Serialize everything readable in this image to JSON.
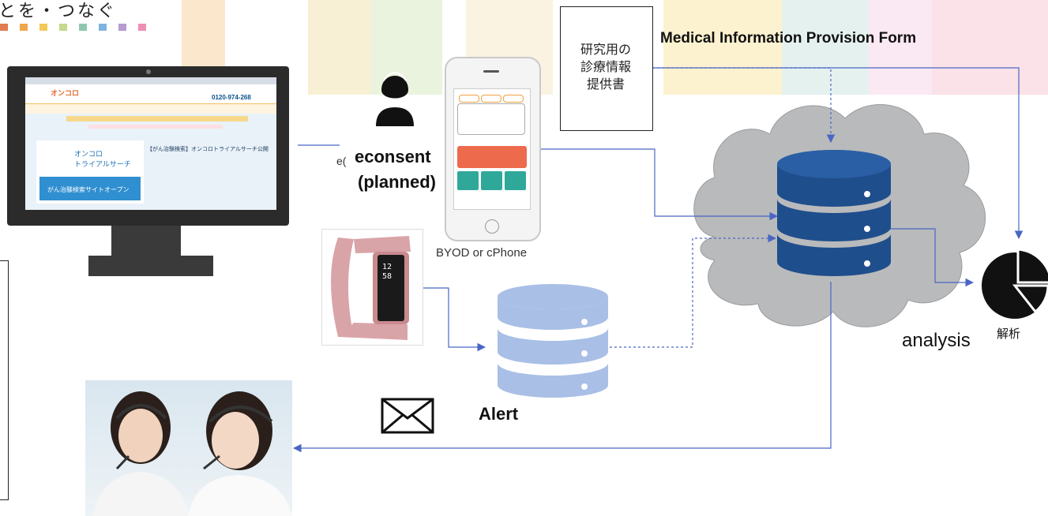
{
  "slogan": "とを・つなぐ",
  "colors": {
    "stripes": [
      "#f7c98a",
      "#fbe7a8",
      "#d8e9c2",
      "#c8e0f0",
      "#f6d6e8",
      "#f5b9c8"
    ],
    "dots": [
      "#e27b4f",
      "#f0a64a",
      "#f3c85a",
      "#c5d98a",
      "#8cc9ae",
      "#7fb3df",
      "#b69ad0",
      "#ee8fb4"
    ],
    "db_dark": "#1f4e8c",
    "db_light": "#a9bfe6",
    "arrow": "#4a66c4",
    "cloud": "#b9babc"
  },
  "website": {
    "logo": "オンコロ",
    "phone": "0120-974-268",
    "hero_title_line1": "オンコロ",
    "hero_title_line2": "トライアルサーチ",
    "hero_band": "がん治験検索サイトオープン",
    "hero_side": "【がん治験検索】オンコロトライアルサーチ公開"
  },
  "phone_labels": {
    "econsent_partial": "e(",
    "econsent": "econsent",
    "planned": "(planned)",
    "byod": "BYOD or cPhone"
  },
  "paper_text": [
    "研究用の",
    "診療情報",
    "提供書"
  ],
  "form_title": "Medical Information Provision Form",
  "analysis_en": "analysis",
  "analysis_ja": "解析",
  "alert_label": "Alert",
  "fitbit_time": [
    "12",
    "58"
  ],
  "icons": [
    "person-icon",
    "mail-icon",
    "pie-chart-icon",
    "database-icon",
    "cloud-icon"
  ]
}
